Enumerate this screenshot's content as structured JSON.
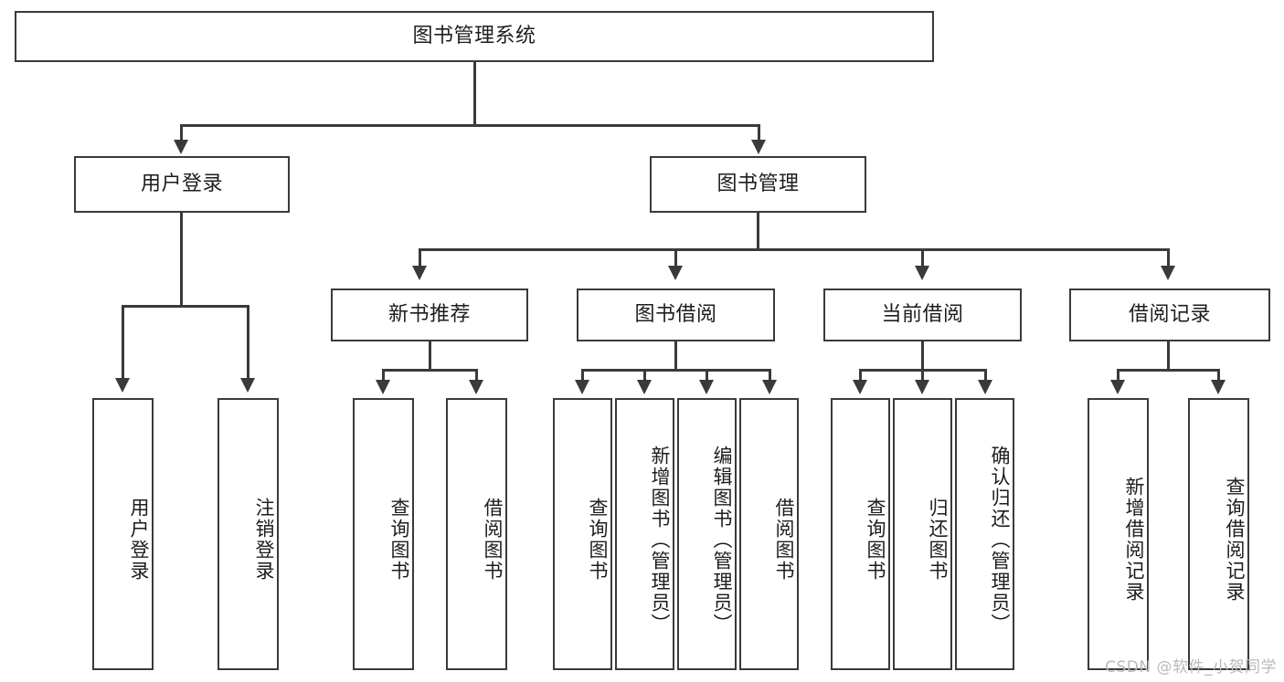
{
  "diagram": {
    "title": "图书管理系统",
    "type": "tree-hierarchy-chart",
    "root": {
      "label": "图书管理系统"
    },
    "level2": [
      {
        "label": "用户登录"
      },
      {
        "label": "图书管理"
      }
    ],
    "level3": [
      {
        "label": "新书推荐"
      },
      {
        "label": "图书借阅"
      },
      {
        "label": "当前借阅"
      },
      {
        "label": "借阅记录"
      }
    ],
    "leaves": {
      "user_login": [
        {
          "label": "用户登录"
        },
        {
          "label": "注销登录"
        }
      ],
      "new_book_recommend": [
        {
          "label": "查询图书"
        },
        {
          "label": "借阅图书"
        }
      ],
      "book_borrow": [
        {
          "label": "查询图书"
        },
        {
          "label": "新增图书（管理员）"
        },
        {
          "label": "编辑图书（管理员）"
        },
        {
          "label": "借阅图书"
        }
      ],
      "current_borrow": [
        {
          "label": "查询图书"
        },
        {
          "label": "归还图书"
        },
        {
          "label": "确认归还（管理员）"
        }
      ],
      "borrow_record": [
        {
          "label": "新增借阅记录"
        },
        {
          "label": "查询借阅记录"
        }
      ]
    }
  },
  "watermark": {
    "text": "CSDN @软件_小贺同学"
  },
  "colors": {
    "stroke": "#3a3a3a",
    "text": "#1d1d1d",
    "background": "#ffffff",
    "watermark": "#b9b9b9"
  }
}
